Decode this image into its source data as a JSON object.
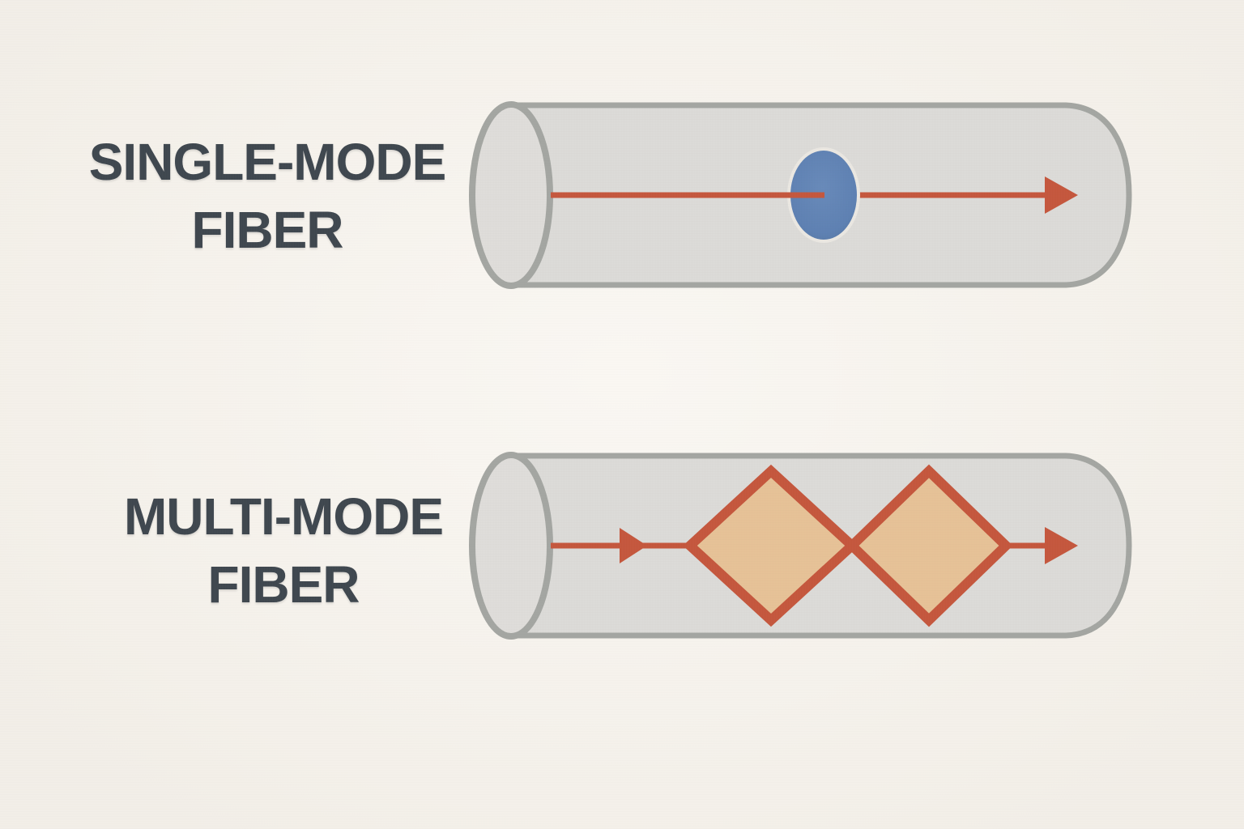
{
  "page": {
    "kind": "fiber-optic comparison infographic"
  },
  "labels": {
    "single_mode": {
      "line1": "SINGLE-MODE",
      "line2": "FIBER"
    },
    "multi_mode": {
      "line1": "MULTI-MODE",
      "line2": "FIBER"
    }
  },
  "icons": {
    "single_mode_fiber": "gray cylinder with straight red light-ray arrow and blue light-pulse dot",
    "multi_mode_fiber": "gray cylinder with red zigzag reflection path forming two tan diamonds and arrowheads"
  },
  "colors": {
    "background": "#f7f3ec",
    "text": "#3e464e",
    "arrow": "#c4563c",
    "diamond_fill": "#e6c196",
    "pulse_blue": "#5d80b2",
    "pulse_halo": "#eae7e1",
    "cylinder_fill": "#dbdad7",
    "cylinder_cap_fill": "#dedcd9",
    "cylinder_stroke": "#a3a5a1"
  }
}
